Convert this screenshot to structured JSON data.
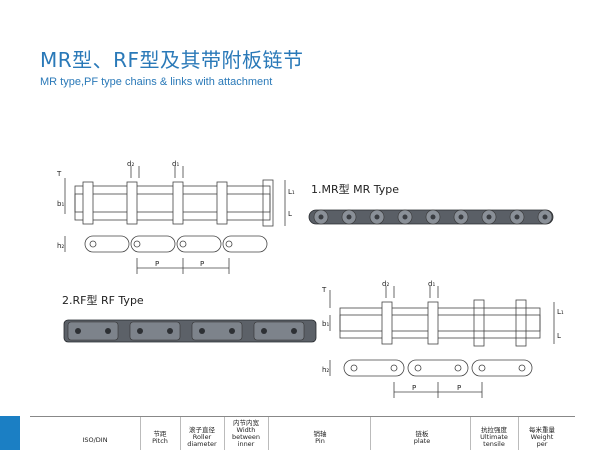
{
  "header": {
    "title": "MR型、RF型及其带附板链节",
    "subtitle": "MR type,PF type chains & links with attachment"
  },
  "sections": {
    "mr_label": "1.MR型   MR Type",
    "rf_label": "2.RF型   RF Type"
  },
  "dimensions": {
    "d2": "d₂",
    "d1": "d₁",
    "T": "T",
    "b1": "b₁",
    "h2": "h₂",
    "L1": "L₁",
    "L": "L",
    "P": "P"
  },
  "table": {
    "columns": [
      {
        "cn": "",
        "en1": "ISO/DIN",
        "en2": "",
        "en3": ""
      },
      {
        "cn": "节距",
        "en1": "Pitch",
        "en2": "",
        "en3": ""
      },
      {
        "cn": "滚子直径",
        "en1": "Roller",
        "en2": "diameter",
        "en3": ""
      },
      {
        "cn": "内节内宽",
        "en1": "Width",
        "en2": "between",
        "en3": "inner"
      },
      {
        "cn": "销轴",
        "en1": "Pin",
        "en2": "",
        "en3": ""
      },
      {
        "cn": "链板",
        "en1": "plate",
        "en2": "",
        "en3": ""
      },
      {
        "cn": "抗拉强度",
        "en1": "Ultimate",
        "en2": "tensile",
        "en3": ""
      },
      {
        "cn": "每米重量",
        "en1": "Weight",
        "en2": "per",
        "en3": ""
      }
    ]
  },
  "colors": {
    "accent": "#2a79b8",
    "sidebar": "#1b7fc4"
  }
}
